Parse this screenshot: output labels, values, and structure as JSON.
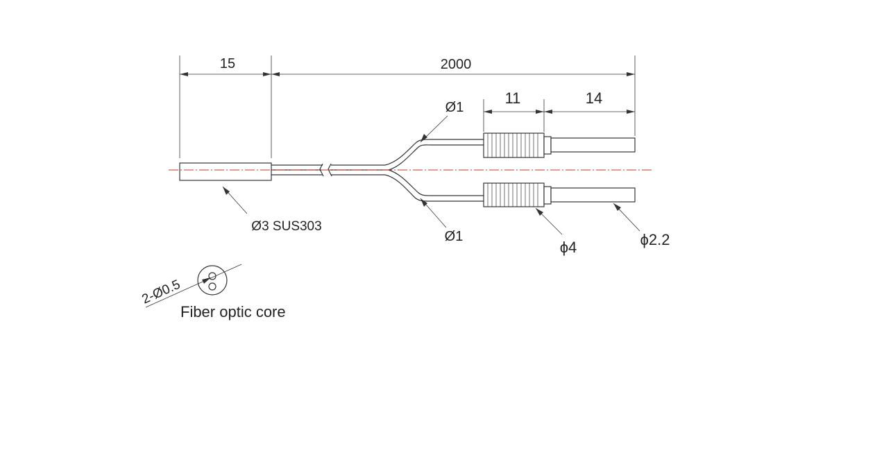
{
  "labels": {
    "dim_tip_length": "15",
    "dim_total_length": "2000",
    "dim_nut_length": "11",
    "dim_end_length": "14",
    "fiber_dia_top": "Ø1",
    "fiber_dia_bottom": "Ø1",
    "tip_spec": "Ø3 SUS303",
    "nut_dia": "ϕ4",
    "end_dia": "ϕ2.2",
    "core_count": "2-Ø0.5",
    "core_caption": "Fiber optic core"
  },
  "colors": {
    "line": "#333333",
    "center_line": "#c0392b",
    "text": "#222222"
  }
}
